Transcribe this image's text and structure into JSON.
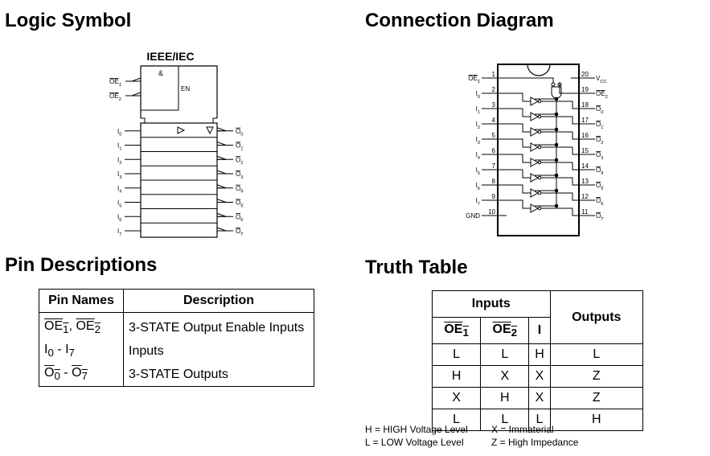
{
  "headings": {
    "logic_symbol": "Logic Symbol",
    "connection_diagram": "Connection Diagram",
    "pin_descriptions": "Pin Descriptions",
    "truth_table": "Truth Table"
  },
  "logic_symbol": {
    "ieee_label": "IEEE/IEC",
    "and_label": "&",
    "en_label": "EN",
    "enable_inputs": [
      {
        "name": "OE",
        "sub": "1"
      },
      {
        "name": "OE",
        "sub": "2"
      }
    ],
    "data_inputs": [
      {
        "name": "I",
        "sub": "0"
      },
      {
        "name": "I",
        "sub": "1"
      },
      {
        "name": "I",
        "sub": "2"
      },
      {
        "name": "I",
        "sub": "3"
      },
      {
        "name": "I",
        "sub": "4"
      },
      {
        "name": "I",
        "sub": "5"
      },
      {
        "name": "I",
        "sub": "6"
      },
      {
        "name": "I",
        "sub": "7"
      }
    ],
    "outputs": [
      {
        "name": "O",
        "sub": "0"
      },
      {
        "name": "O",
        "sub": "1"
      },
      {
        "name": "O",
        "sub": "2"
      },
      {
        "name": "O",
        "sub": "3"
      },
      {
        "name": "O",
        "sub": "4"
      },
      {
        "name": "O",
        "sub": "5"
      },
      {
        "name": "O",
        "sub": "6"
      },
      {
        "name": "O",
        "sub": "7"
      }
    ]
  },
  "connection_diagram": {
    "left_pins": [
      {
        "num": "1",
        "name": "OE",
        "sub": "1",
        "bar": true
      },
      {
        "num": "2",
        "name": "I",
        "sub": "0",
        "bar": false
      },
      {
        "num": "3",
        "name": "I",
        "sub": "1",
        "bar": false
      },
      {
        "num": "4",
        "name": "I",
        "sub": "2",
        "bar": false
      },
      {
        "num": "5",
        "name": "I",
        "sub": "3",
        "bar": false
      },
      {
        "num": "6",
        "name": "I",
        "sub": "4",
        "bar": false
      },
      {
        "num": "7",
        "name": "I",
        "sub": "5",
        "bar": false
      },
      {
        "num": "8",
        "name": "I",
        "sub": "6",
        "bar": false
      },
      {
        "num": "9",
        "name": "I",
        "sub": "7",
        "bar": false
      },
      {
        "num": "10",
        "name": "GND",
        "sub": "",
        "bar": false
      }
    ],
    "right_pins": [
      {
        "num": "20",
        "name": "V",
        "sub": "CC",
        "bar": false
      },
      {
        "num": "19",
        "name": "OE",
        "sub": "2",
        "bar": true
      },
      {
        "num": "18",
        "name": "O",
        "sub": "0",
        "bar": true
      },
      {
        "num": "17",
        "name": "O",
        "sub": "1",
        "bar": true
      },
      {
        "num": "16",
        "name": "O",
        "sub": "2",
        "bar": true
      },
      {
        "num": "15",
        "name": "O",
        "sub": "3",
        "bar": true
      },
      {
        "num": "14",
        "name": "O",
        "sub": "4",
        "bar": true
      },
      {
        "num": "13",
        "name": "O",
        "sub": "5",
        "bar": true
      },
      {
        "num": "12",
        "name": "O",
        "sub": "6",
        "bar": true
      },
      {
        "num": "11",
        "name": "O",
        "sub": "7",
        "bar": true
      }
    ]
  },
  "pin_descriptions": {
    "headers": [
      "Pin Names",
      "Description"
    ],
    "rows": [
      {
        "name_a": "OE",
        "sub_a": "1",
        "sep": ", ",
        "name_b": "OE",
        "sub_b": "2",
        "bar": true,
        "description": "3-STATE Output Enable Inputs"
      },
      {
        "name_a": "I",
        "sub_a": "0",
        "sep": " - ",
        "name_b": "I",
        "sub_b": "7",
        "bar": false,
        "description": "Inputs"
      },
      {
        "name_a": "O",
        "sub_a": "0",
        "sep": " - ",
        "name_b": "O",
        "sub_b": "7",
        "bar": true,
        "description": "3-STATE Outputs"
      }
    ]
  },
  "truth_table": {
    "inputs_header": "Inputs",
    "outputs_header": "Outputs",
    "columns": [
      {
        "name": "OE",
        "sub": "1",
        "bar": true
      },
      {
        "name": "OE",
        "sub": "2",
        "bar": true
      },
      {
        "name": "I",
        "sub": "",
        "bar": false
      }
    ],
    "rows": [
      [
        "L",
        "L",
        "H",
        "L"
      ],
      [
        "H",
        "X",
        "X",
        "Z"
      ],
      [
        "X",
        "H",
        "X",
        "Z"
      ],
      [
        "L",
        "L",
        "L",
        "H"
      ]
    ],
    "legend": {
      "h": "H = HIGH Voltage Level",
      "l": "L = LOW Voltage Level",
      "x": "X = Immaterial",
      "z": "Z = High Impedance"
    }
  }
}
